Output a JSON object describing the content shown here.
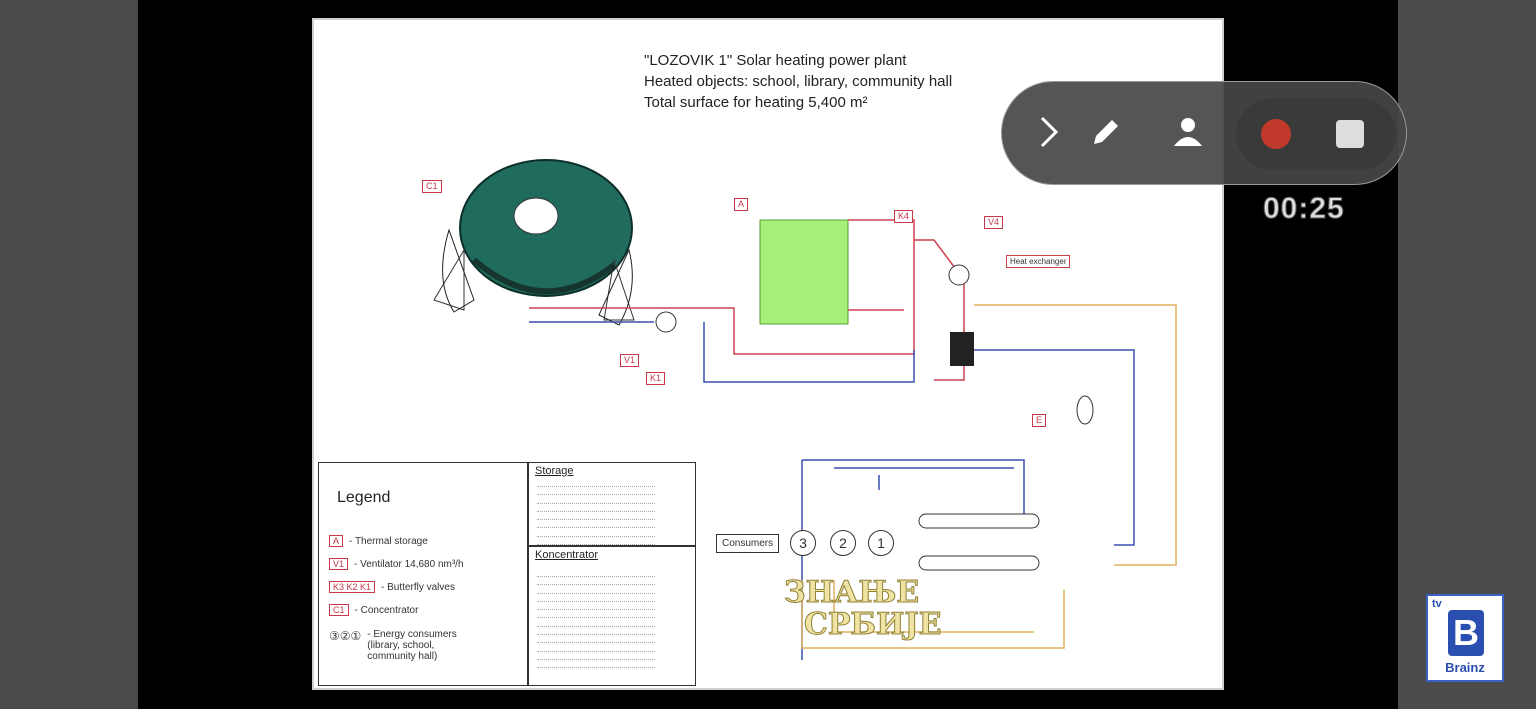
{
  "slide": {
    "title_line1": "\"LOZOVIK 1\" Solar heating power plant",
    "title_line2": "Heated objects: school, library, community hall",
    "title_line3": "Total surface for heating 5,400 m²"
  },
  "diagram_labels": {
    "c1": "C1",
    "a": "A",
    "k4": "K4",
    "v4": "V4",
    "heat_exchanger": "Heat exchanger",
    "v1": "V1",
    "k1": "K1",
    "e": "E",
    "consumers": "Consumers"
  },
  "legend": {
    "title": "Legend",
    "items": [
      {
        "key": "A",
        "text": "- Thermal storage"
      },
      {
        "key": "V1",
        "text": "- Ventilator 14,680 nm³/h"
      },
      {
        "key": "K3 K2 K1",
        "text": "- Butterfly valves"
      },
      {
        "key": "C1",
        "text": "- Concentrator"
      },
      {
        "key": "③②①",
        "text": "- Energy consumers (library, school, community hall)"
      }
    ]
  },
  "storage_box": {
    "title": "Storage"
  },
  "concentrator_box": {
    "title": "Koncentrator"
  },
  "consumer_numbers": [
    "3",
    "2",
    "1"
  ],
  "overlay": {
    "timer": "00:25"
  },
  "branding": {
    "tv": "tv",
    "letter": "B",
    "name": "Brainz",
    "watermark_line1": "ЗНАЊЕ",
    "watermark_line2": "СРБИЈЕ"
  },
  "colors": {
    "hot_pipe": "#d04050",
    "cold_pipe": "#3a4fb0",
    "return_pipe": "#e0b060",
    "storage_fill": "#a6f07a",
    "concentrator": "#1f6b5c",
    "record": "#c0392b"
  }
}
